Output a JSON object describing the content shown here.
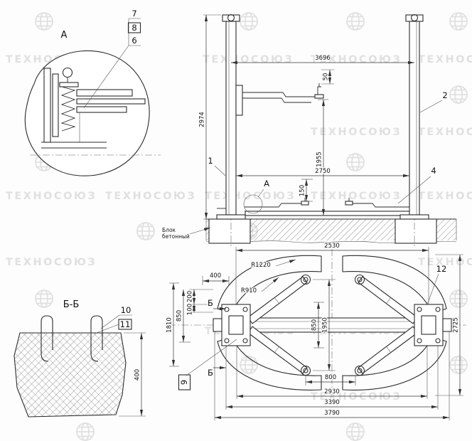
{
  "watermark": {
    "text": "ТЕХНОСОЮЗ"
  },
  "detail_a": {
    "title": "А",
    "callout_7": "7",
    "callout_8": "8",
    "callout_6": "6"
  },
  "front_view": {
    "label_1": "1",
    "label_2": "2",
    "label_4": "4",
    "detail_marker": "А",
    "dim_3696": "3696",
    "dim_2974": "2974",
    "dim_50": "50",
    "dim_1955": "1955",
    "dim_2750": "2750",
    "dim_150": "150",
    "note_line1": "Блок",
    "note_line2": "бетонный"
  },
  "section_bb": {
    "title": "Б-Б",
    "callout_10": "10",
    "callout_11": "11",
    "dim_400": "400"
  },
  "plan_view": {
    "dim_2530": "2530",
    "radius_outer": "R1220",
    "radius_inner": "R910",
    "dim_400": "400",
    "dim_200": "200",
    "dim_100": "100",
    "dim_850_left": "850",
    "dim_1810": "1810",
    "dim_1950": "1950",
    "dim_850_center": "850",
    "dim_800": "800",
    "dim_2930": "2930",
    "dim_3390": "3390",
    "dim_3790": "3790",
    "dim_2725": "2725",
    "label_12": "12",
    "label_9": "9",
    "section_marker_top": "Б",
    "section_marker_bottom": "Б"
  }
}
